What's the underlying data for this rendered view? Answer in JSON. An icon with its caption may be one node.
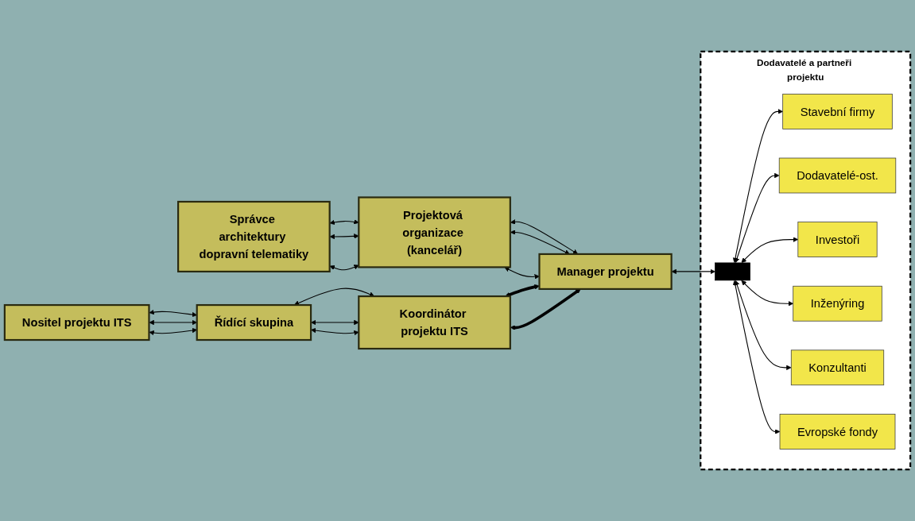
{
  "diagram": {
    "nodes": [
      {
        "text": [
          "Nositel projektu ITS"
        ]
      },
      {
        "text": [
          "Správce architektury dopravní telematiky"
        ]
      },
      {
        "text": [
          "Řídící skupina"
        ]
      },
      {
        "text": [
          "Projektová organizace (kancelář)"
        ]
      },
      {
        "text": [
          "Koordinátor projektu ITS"
        ]
      },
      {
        "text": [
          "Manager projektu"
        ]
      },
      {
        "text": [
          "Dodavatelé a partneři projektu"
        ]
      },
      {
        "text": [],
        "shape": "bar",
        "in": 6
      },
      {
        "text": [
          "Stavební firmy"
        ],
        "in": 6
      },
      {
        "text": [
          "Dodavatelé-ost."
        ],
        "in": 6
      },
      {
        "text": [
          "Investoři"
        ],
        "in": 6
      },
      {
        "text": [
          "Inženýring"
        ],
        "in": 6
      },
      {
        "text": [
          "Konzultanti"
        ],
        "in": 6
      },
      {
        "text": [
          "Evropské fondy"
        ],
        "in": 6
      }
    ],
    "edges": [
      {
        "from": 0,
        "to": 2,
        "arrow": "both"
      },
      {
        "from": 0,
        "to": 2,
        "arrow": "both"
      },
      {
        "from": 0,
        "to": 2,
        "arrow": "both"
      },
      {
        "from": 2,
        "to": 4,
        "arrow": "both"
      },
      {
        "from": 2,
        "to": 4,
        "arrow": "both"
      },
      {
        "from": 2,
        "to": 4,
        "arrow": "both"
      },
      {
        "from": 1,
        "to": 3,
        "arrow": "both"
      },
      {
        "from": 1,
        "to": 3,
        "arrow": "both"
      },
      {
        "from": 1,
        "to": 3,
        "arrow": "both"
      },
      {
        "from": 3,
        "to": 5,
        "arrow": "both"
      },
      {
        "from": 3,
        "to": 5,
        "arrow": "both"
      },
      {
        "from": 3,
        "to": 5,
        "arrow": "both"
      },
      {
        "from": 4,
        "to": 5,
        "arrow": "both",
        "style": "thick"
      },
      {
        "from": 4,
        "to": 5,
        "arrow": "both",
        "style": "thick"
      },
      {
        "from": 5,
        "to": 7,
        "arrow": "both"
      },
      {
        "from": 7,
        "to": 8,
        "arrow": "both"
      },
      {
        "from": 7,
        "to": 9,
        "arrow": "both"
      },
      {
        "from": 7,
        "to": 10,
        "arrow": "both"
      },
      {
        "from": 7,
        "to": 11,
        "arrow": "both"
      },
      {
        "from": 7,
        "to": 12,
        "arrow": "both"
      },
      {
        "from": 7,
        "to": 13,
        "arrow": "both"
      }
    ]
  }
}
